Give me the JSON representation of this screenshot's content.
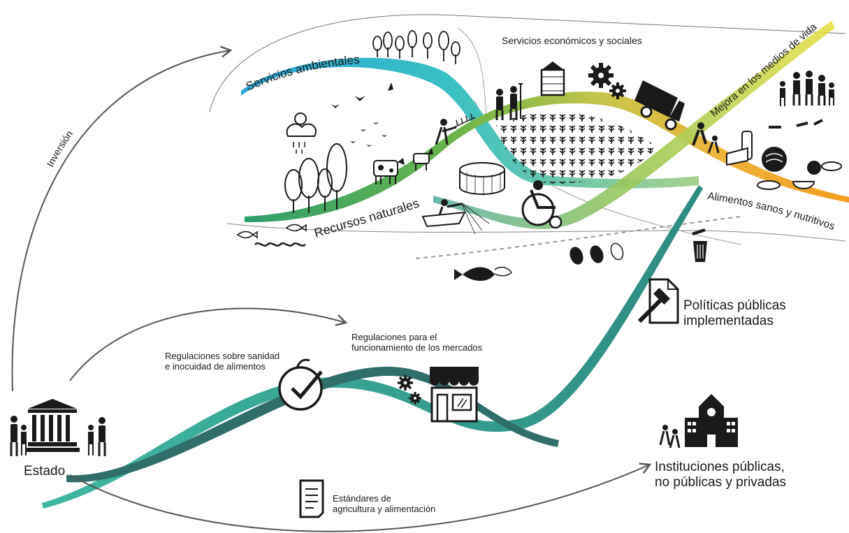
{
  "flows": {
    "servicios_ambientales": "Servicios ambientales",
    "recursos_naturales": "Recursos naturales",
    "servicios_economicos": "Servicios económicos y sociales",
    "mejora_medios_vida": "Mejora en los medios de vida",
    "alimentos_sanos": "Alimentos sanos y nutritivos"
  },
  "state": {
    "label": "Estado",
    "investment": "Inversión"
  },
  "regulations": {
    "sanidad": [
      "Regulaciones sobre sanidad",
      "e inocuidad de alimentos"
    ],
    "mercados": [
      "Regulaciones para el",
      "funcionamiento de los mercados"
    ],
    "estandares": [
      "Estándares de",
      "agricultura y alimentación"
    ]
  },
  "outcomes": {
    "politicas": [
      "Políticas públicas",
      "implementadas"
    ],
    "instituciones": [
      "Instituciones públicas,",
      "no públicas y privadas"
    ]
  },
  "colors": {
    "blue_teal": "#2fb5c9",
    "teal": "#3aa99a",
    "green": "#7cb342",
    "yellow": "#e8d93a",
    "orange": "#f39c1f",
    "dark_teal": "#2f6e6a",
    "ink": "#1a1a1a",
    "gray": "#555555"
  },
  "icons": [
    "cloud-rain-icon",
    "butterfly-icon",
    "bird-icon",
    "tree-icon",
    "cow-icon",
    "goat-icon",
    "farmer-icon",
    "fish-icon",
    "fishing-boat-icon",
    "fish-farm-icon",
    "crop-field-icon",
    "tractor-farmer-icon",
    "farm-couple-icon",
    "silo-icon",
    "gear-icon",
    "truck-icon",
    "family-icon",
    "food-icon",
    "fish-waste-icon",
    "beans-icon",
    "trash-can-icon",
    "document-gavel-icon",
    "government-building-icon",
    "school-icon",
    "apple-check-icon",
    "market-stall-icon",
    "checklist-document-icon"
  ]
}
